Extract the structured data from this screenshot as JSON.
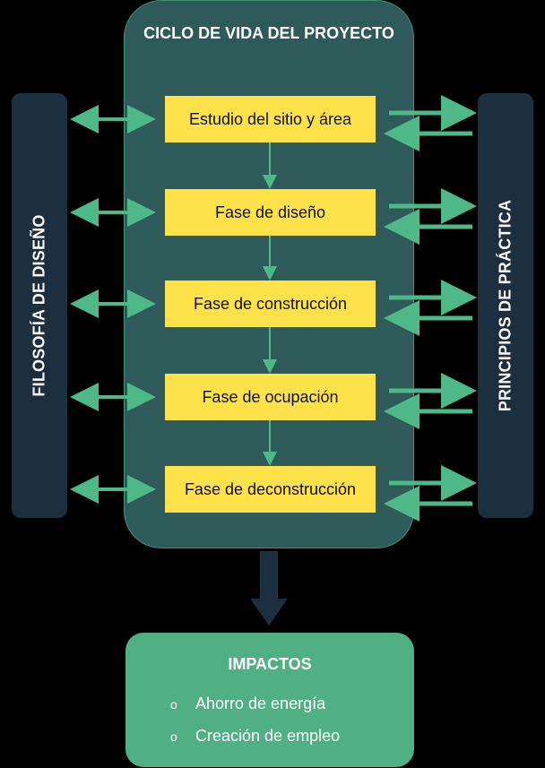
{
  "title": "CICLO DE VIDA DEL PROYECTO",
  "left_label": "FILOSOFÍA DE DISEÑO",
  "right_label": "PRINCIPIOS DE PRÁCTICA",
  "phases": [
    "Estudio del sitio y área",
    "Fase de diseño",
    "Fase de construcción",
    "Fase de ocupación",
    "Fase de deconstrucción"
  ],
  "impacts": {
    "title": "IMPACTOS",
    "bullet": "o",
    "items": [
      "Ahorro de energía",
      "Creación de empleo"
    ]
  },
  "colors": {
    "main_panel": "#2e5a59",
    "side_bars": "#1b2f3e",
    "phase_box": "#ffe14a",
    "impacts_panel": "#50b083",
    "arrows": "#4fb888"
  }
}
